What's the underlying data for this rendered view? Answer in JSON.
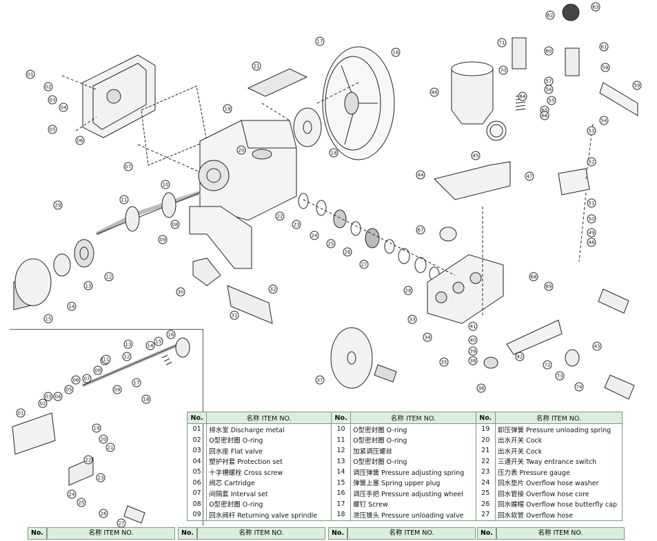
{
  "table": {
    "header_no": "No.",
    "header_name": "名称 ITEM NO.",
    "columns": [
      [
        {
          "no": "01",
          "name": "排水室 Discharge metal"
        },
        {
          "no": "02",
          "name": "O型密封圈 O-ring"
        },
        {
          "no": "03",
          "name": "回水座 Flat valve"
        },
        {
          "no": "04",
          "name": "塑护衬套 Protection set"
        },
        {
          "no": "05",
          "name": "十字槽螺栓 Cross screw"
        },
        {
          "no": "06",
          "name": "阀芯 Cartridge"
        },
        {
          "no": "07",
          "name": "间隔套 Interval set"
        },
        {
          "no": "08",
          "name": "O型密封圈 O-ring"
        },
        {
          "no": "09",
          "name": "回水阀杆 Returning valve sprindle"
        }
      ],
      [
        {
          "no": "10",
          "name": "O型密封圈 O-ring"
        },
        {
          "no": "11",
          "name": "O型密封圈 O-ring"
        },
        {
          "no": "12",
          "name": "加紧调压螺丝"
        },
        {
          "no": "13",
          "name": "O型密封圈 O-ring"
        },
        {
          "no": "14",
          "name": "调压弹簧 Pressure adjusting spring"
        },
        {
          "no": "15",
          "name": "弹簧上塞 Spring upper plug"
        },
        {
          "no": "16",
          "name": "调压手把 Pressure adjusting wheel"
        },
        {
          "no": "17",
          "name": "螺钉 Screw"
        },
        {
          "no": "18",
          "name": "泄压锥头 Pressure unloading valve"
        }
      ],
      [
        {
          "no": "19",
          "name": "卸压弹簧 Pressure unloading spring"
        },
        {
          "no": "20",
          "name": "出水开关 Cock"
        },
        {
          "no": "21",
          "name": "出水开关 Cock"
        },
        {
          "no": "22",
          "name": "三通开关 Tway entrance switch"
        },
        {
          "no": "23",
          "name": "压力表 Pressure gauge"
        },
        {
          "no": "24",
          "name": "回水垫片 Overflow hose washer"
        },
        {
          "no": "25",
          "name": "回水管接 Overflow hose core"
        },
        {
          "no": "26",
          "name": "回水蝶帽 Overflow hose butterfly cap"
        },
        {
          "no": "27",
          "name": "回水软管 Overflow hose"
        }
      ]
    ]
  },
  "callouts_main": [
    "01",
    "02",
    "03",
    "04",
    "05",
    "06",
    "07",
    "08",
    "09",
    "10",
    "11",
    "12",
    "13",
    "14",
    "15",
    "16",
    "17",
    "18",
    "19",
    "20",
    "21",
    "22",
    "23",
    "24",
    "25",
    "26",
    "27",
    "28",
    "29",
    "30",
    "31",
    "32",
    "33",
    "34",
    "35",
    "36",
    "37",
    "38",
    "39",
    "40",
    "41",
    "42",
    "43",
    "44",
    "45",
    "46",
    "47",
    "48",
    "49",
    "50",
    "51",
    "52",
    "53",
    "54",
    "55",
    "56",
    "57",
    "58",
    "59",
    "60",
    "61",
    "62",
    "63",
    "64",
    "65",
    "66",
    "67",
    "68",
    "69",
    "70",
    "71",
    "72",
    "73",
    "74"
  ],
  "callouts_inset": [
    "01",
    "02",
    "03",
    "04",
    "05",
    "06",
    "07",
    "08",
    "09",
    "10",
    "11",
    "12",
    "13",
    "14",
    "15",
    "16",
    "17",
    "18",
    "19",
    "20",
    "21",
    "22",
    "23",
    "24",
    "25",
    "26",
    "27"
  ]
}
